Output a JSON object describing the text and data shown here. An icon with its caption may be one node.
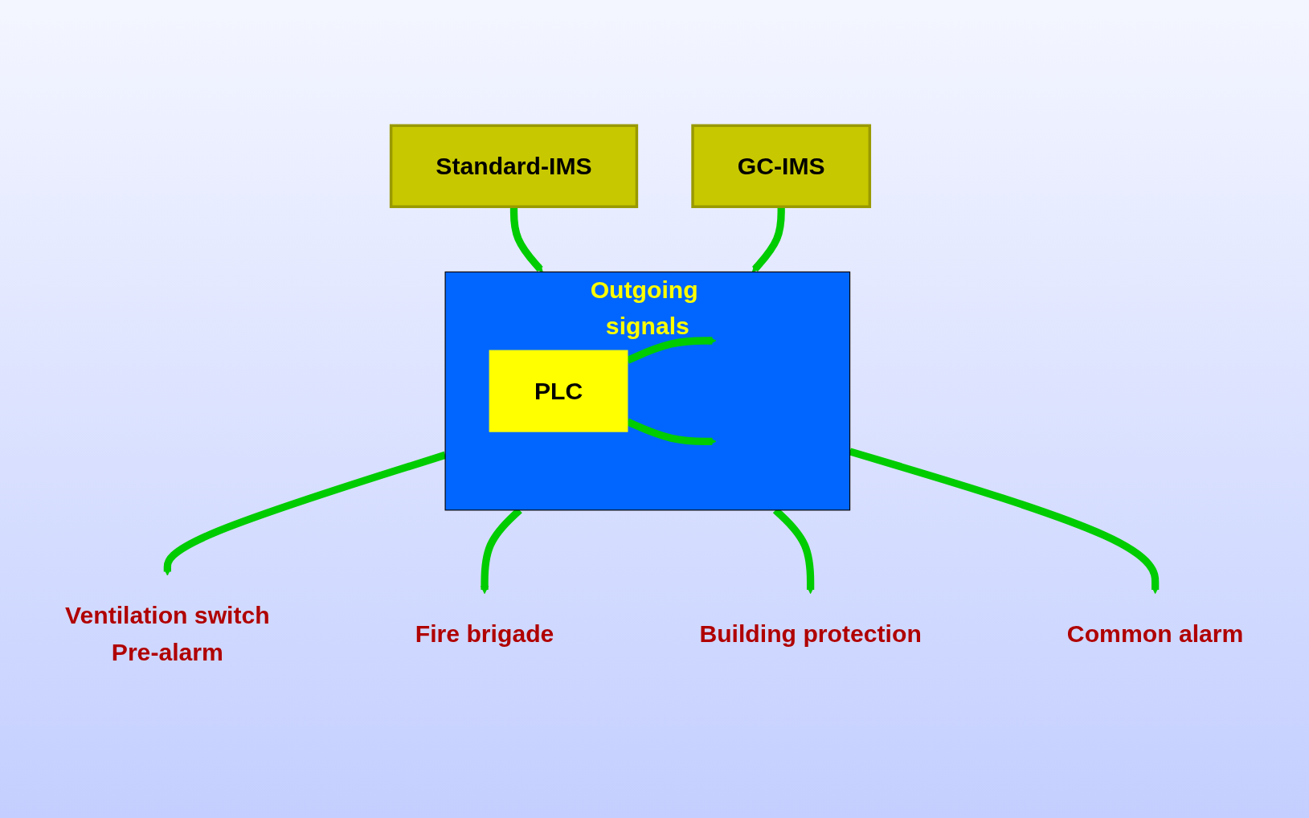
{
  "diagram": {
    "nodes": [
      {
        "text": [
          "Standard-IMS"
        ]
      },
      {
        "text": [
          "GC-IMS"
        ]
      },
      {
        "text": [
          "Outgoing signals"
        ]
      },
      {
        "text": [
          "PLC"
        ],
        "in": 2
      },
      {
        "text": [
          "Ventilation switch",
          "Pre-alarm"
        ]
      },
      {
        "text": [
          "Fire brigade"
        ]
      },
      {
        "text": [
          "Building protection"
        ]
      },
      {
        "text": [
          "Common alarm"
        ]
      }
    ],
    "edges": [
      {
        "from": 0,
        "to": 2,
        "arrow": "to"
      },
      {
        "from": 1,
        "to": 2,
        "arrow": "to"
      },
      {
        "from": 3,
        "to": null,
        "arrow": "to"
      },
      {
        "from": 3,
        "to": null,
        "arrow": "to"
      },
      {
        "from": 2,
        "to": 4,
        "arrow": "to"
      },
      {
        "from": 2,
        "to": 5,
        "arrow": "to"
      },
      {
        "from": 2,
        "to": 6,
        "arrow": "to"
      },
      {
        "from": 2,
        "to": 7,
        "arrow": "to"
      }
    ]
  }
}
